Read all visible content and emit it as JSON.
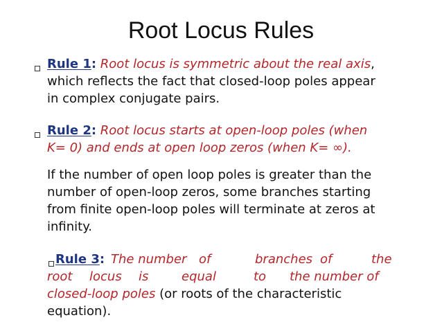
{
  "title": "Root Locus Rules",
  "rule1": {
    "label": "Rule 1",
    "colon": ":",
    "statement": "Root locus is symmetric about the real axis",
    "comma": ",",
    "line2": "which reflects the  fact that closed-loop poles appear",
    "line3": "in complex conjugate pairs."
  },
  "rule2": {
    "label": "Rule 2",
    "colon": ":",
    "statement_line1": "Root  locus  starts  at  open-loop  poles  (when",
    "statement_line2": "K= 0)  and ends at open loop zeros (when K= ∞).",
    "para_line1": "If the number of open loop poles is greater than the",
    "para_line2": "number     of  open-loop zeros, some branches starting",
    "para_line3": "from finite open-loop poles will terminate at zeros at",
    "para_line4": "infinity."
  },
  "rule3": {
    "label": "Rule 3",
    "colon": ":",
    "w_the_number": "The number",
    "w_of1": "of",
    "w_branches": "branches",
    "w_of2": "of",
    "w_the": "the",
    "w_root": "root",
    "w_locus": "locus",
    "w_is": "is",
    "w_equal": "equal",
    "w_to": "to",
    "w_the_number_of": "the number of",
    "red_line3": "closed-loop poles",
    "plain_line3": " (or   roots of the characteristic",
    "line4": "equation)."
  },
  "colors": {
    "rule_label": "#1f3580",
    "statement": "#b3262a",
    "body_text": "#111111"
  },
  "icons": {
    "bullet": "hollow-square-bullet-icon"
  }
}
